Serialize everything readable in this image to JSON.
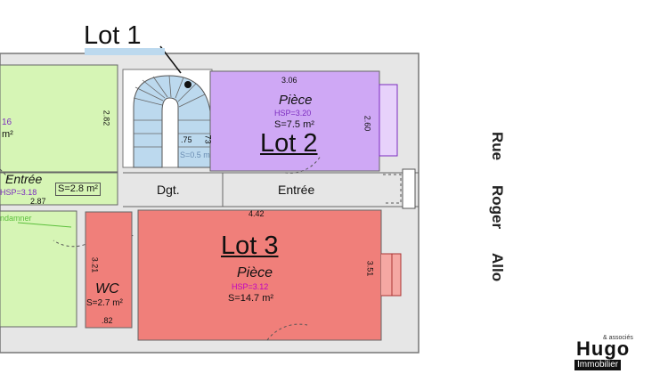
{
  "lots": {
    "lot1": "Lot 1",
    "lot2": "Lot 2",
    "lot3": "Lot 3"
  },
  "rooms": {
    "left_top": {
      "hsp_fragment": "16",
      "area_fragment": "m²",
      "dim": "2.82"
    },
    "entree_left": {
      "name": "Entrée",
      "hsp": "HSP=3.18",
      "area": "S=2.8 m²",
      "dim": "2.87"
    },
    "left_bottom": {
      "label_fragment": "ndamner"
    },
    "stair": {
      "dim1": ".75",
      "dim2": "73",
      "area": "S=0.5 m"
    },
    "lot2_piece": {
      "name": "Pièce",
      "hsp": "HSP=3.20",
      "area": "S=7.5 m²",
      "dim_top": "3.06",
      "dim_side": "2.60"
    },
    "dgt": {
      "name": "Dgt."
    },
    "entree_right": {
      "name": "Entrée"
    },
    "lot3_piece": {
      "name": "Pièce",
      "hsp": "HSP=3.12",
      "area": "S=14.7 m²",
      "dim_top": "4.42",
      "dim_side": "3.51"
    },
    "wc": {
      "name": "WC",
      "area": "S=2.7 m²",
      "dim_side": "3.21",
      "dim_bottom": ".82"
    }
  },
  "street": [
    "Rue",
    "Roger",
    "Allo"
  ],
  "logo": {
    "small": "& associés",
    "name": "Hugo",
    "sub": "Immobilier"
  },
  "colors": {
    "green": "#d6f5b5",
    "purple": "#cfa8f5",
    "red": "#f07f7a",
    "wall": "#777777",
    "stair_blue": "#bcd9ee",
    "dim_purple": "#7b2cbf",
    "dim_magenta": "#c000c0"
  }
}
